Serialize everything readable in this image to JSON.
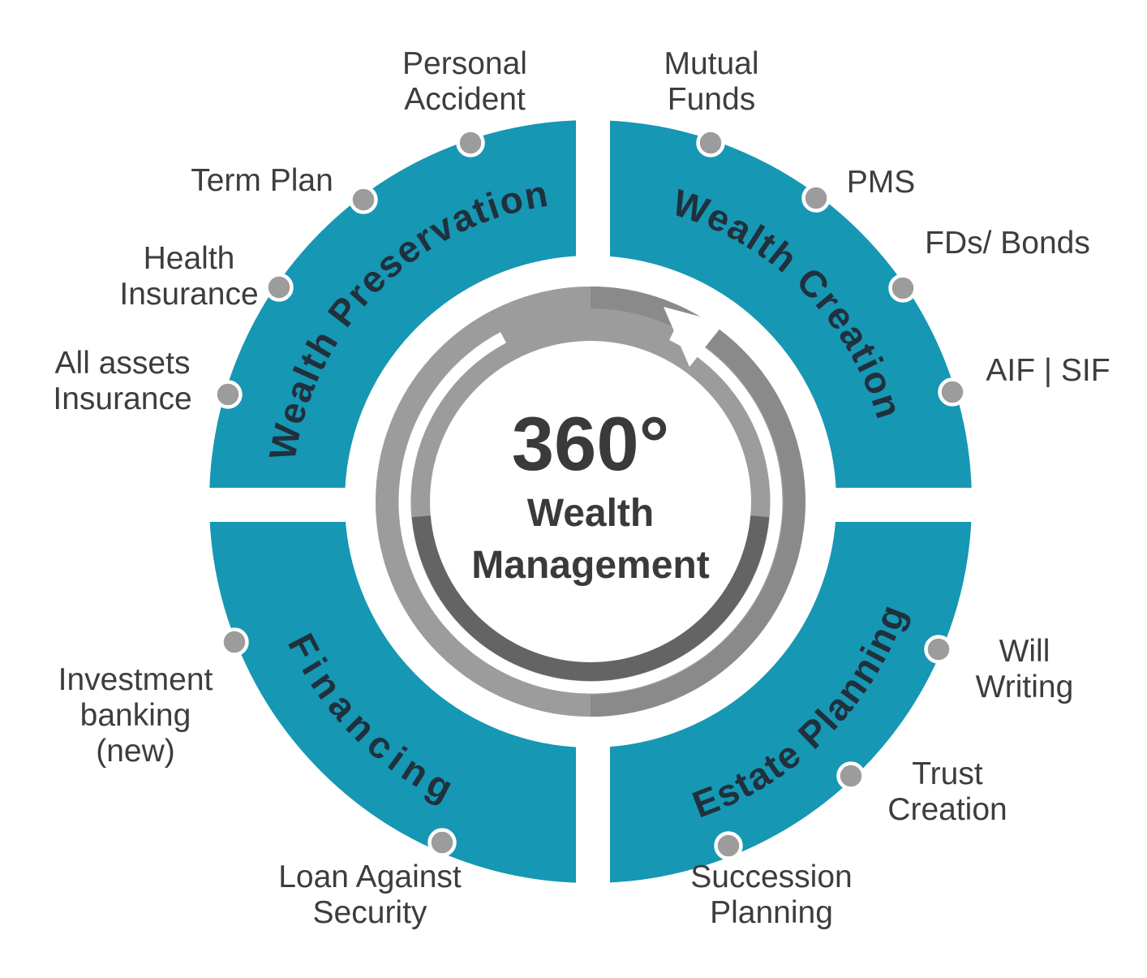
{
  "diagram": {
    "center": {
      "degrees": "360°",
      "title_line1": "Wealth",
      "title_line2": "Management"
    },
    "quadrants": [
      {
        "name": "Wealth Preservation",
        "position": "top-left"
      },
      {
        "name": "Wealth Creation",
        "position": "top-right"
      },
      {
        "name": "Financing",
        "position": "bottom-left"
      },
      {
        "name": "Estate Planning",
        "position": "bottom-right"
      }
    ],
    "items": {
      "personal_accident": {
        "line1": "Personal",
        "line2": "Accident"
      },
      "term_plan": {
        "line1": "Term Plan"
      },
      "health_insurance": {
        "line1": "Health",
        "line2": "Insurance"
      },
      "all_assets_insurance": {
        "line1": "All assets",
        "line2": "Insurance"
      },
      "mutual_funds": {
        "line1": "Mutual",
        "line2": "Funds"
      },
      "pms": {
        "line1": "PMS"
      },
      "fds_bonds": {
        "line1": "FDs/ Bonds"
      },
      "aif_sif": {
        "line1": "AIF | SIF"
      },
      "will_writing": {
        "line1": "Will",
        "line2": "Writing"
      },
      "trust_creation": {
        "line1": "Trust",
        "line2": "Creation"
      },
      "succession_planning": {
        "line1": "Succession",
        "line2": "Planning"
      },
      "loan_against_security": {
        "line1": "Loan Against",
        "line2": "Security"
      },
      "investment_banking": {
        "line1": "Investment",
        "line2": "banking",
        "line3": "(new)"
      }
    },
    "colors": {
      "teal": "#1697b3",
      "dot_gray": "#9c9c9c",
      "ring_gray": "#9c9c9c",
      "ring_dark": "#646464",
      "label_text": "#3d3d3d",
      "quadrant_text": "#20303c",
      "center_text": "#3a3a3a"
    }
  }
}
